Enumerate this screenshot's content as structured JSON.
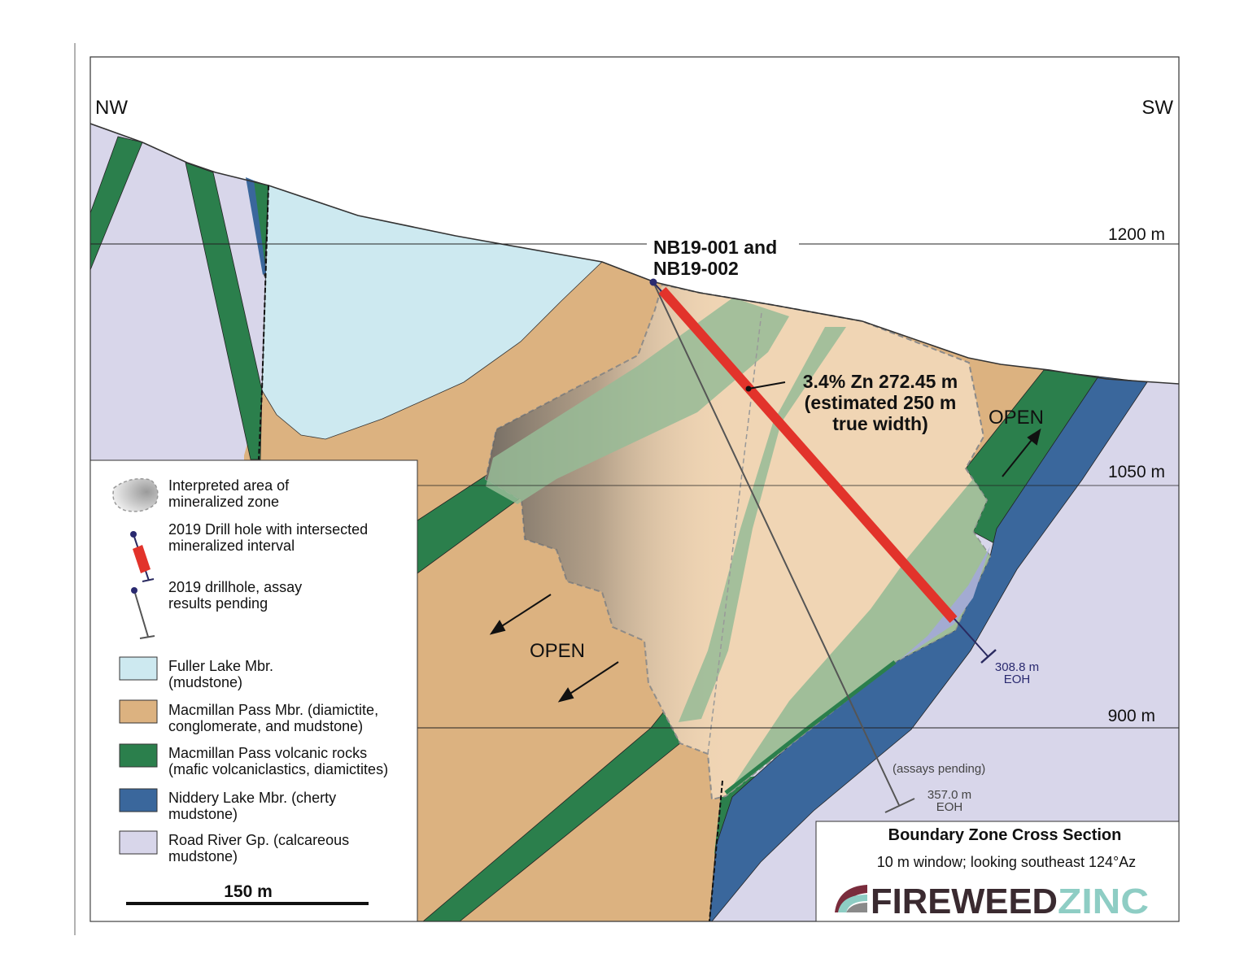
{
  "section": {
    "left_direction": "NW",
    "right_direction": "SW",
    "elevations": [
      "1200 m",
      "1050 m",
      "900 m"
    ]
  },
  "drillholes": {
    "label_line1": "NB19-001 and",
    "label_line2": "NB19-002",
    "intercept_line1": "3.4% Zn 272.45 m",
    "intercept_line2": "(estimated 250 m",
    "intercept_line3": "true width)",
    "hole1_depth": "308.8 m",
    "hole1_eoh": "EOH",
    "hole2_status": "(assays pending)",
    "hole2_depth": "357.0 m",
    "hole2_eoh": "EOH"
  },
  "annotations": {
    "open_right": "OPEN",
    "open_left": "OPEN"
  },
  "legend": {
    "symbols": [
      {
        "line1": "Interpreted area of",
        "line2": "mineralized zone"
      },
      {
        "line1": "2019 Drill hole with intersected",
        "line2": "mineralized interval"
      },
      {
        "line1": "2019 drillhole, assay",
        "line2": "results pending"
      }
    ],
    "units": [
      {
        "line1": "Fuller Lake Mbr.",
        "line2": "(mudstone)",
        "color": "#cde9f0"
      },
      {
        "line1": "Macmillan Pass Mbr. (diamictite,",
        "line2": "conglomerate, and mudstone)",
        "color": "#dcb280"
      },
      {
        "line1": "Macmillan Pass volcanic rocks",
        "line2": "(mafic volcaniclastics, diamictites)",
        "color": "#2b7f4c"
      },
      {
        "line1": "Niddery Lake Mbr. (cherty",
        "line2": "mudstone)",
        "color": "#3a679c"
      },
      {
        "line1": "Road River Gp. (calcareous",
        "line2": "mudstone)",
        "color": "#d8d6ea"
      }
    ],
    "scale_label": "150 m"
  },
  "title_block": {
    "title": "Boundary Zone Cross Section",
    "subtitle": "10 m window; looking southeast 124°Az",
    "logo_part1": "FIREWEED",
    "logo_part2": "ZINC"
  },
  "colors": {
    "mineralized_interval": "#e2332b",
    "pale_zone": "#f0d5b4",
    "pale_green": "#97bb96"
  }
}
